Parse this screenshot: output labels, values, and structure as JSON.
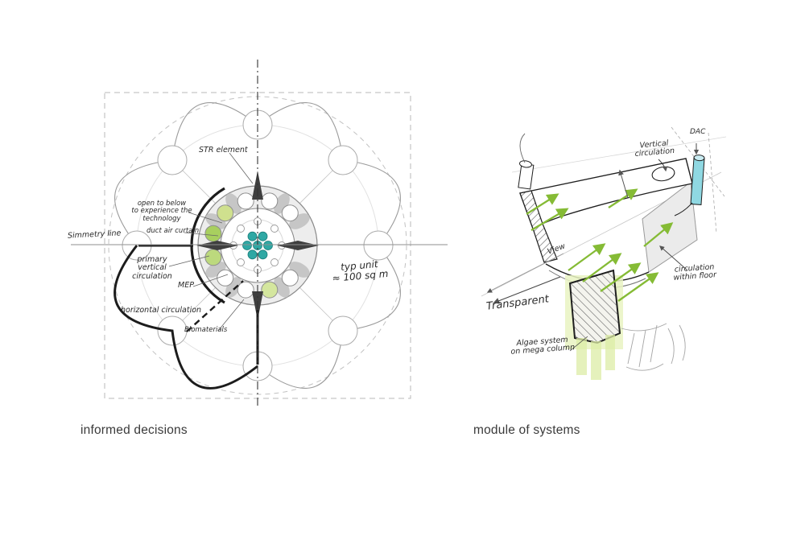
{
  "colors": {
    "ink": "#1f1f1f",
    "sketch_gray": "#9a9a9a",
    "teal": "#2fa8a4",
    "arrow_green": "#85bb35",
    "algae_fill": "#e9f3c2",
    "duct_cyan": "#8fd8e2"
  },
  "left": {
    "caption": "informed decisions",
    "labels": {
      "simmetry": "Simmetry line",
      "str": "STR element",
      "open_line1": "open to below",
      "open_line2": "to experience the",
      "open_line3": "technology",
      "duct": "duct air curtain",
      "primary_line1": "primary vertical",
      "primary_line2": "circulation",
      "mep": "MEP",
      "horizontal": "horizontal circulation",
      "bio": "Biomaterials",
      "typ_line1": "typ unit",
      "typ_line2": "≈ 100 sq m"
    }
  },
  "right": {
    "caption": "module of systems",
    "labels": {
      "vertical_line1": "Vertical",
      "vertical_line2": "circulation",
      "dac": "DAC",
      "view": "View",
      "circ_line1": "circulation",
      "circ_line2": "within floor",
      "transparent": "Transparent",
      "algae_line1": "Algae system",
      "algae_line2": "on mega column"
    }
  }
}
